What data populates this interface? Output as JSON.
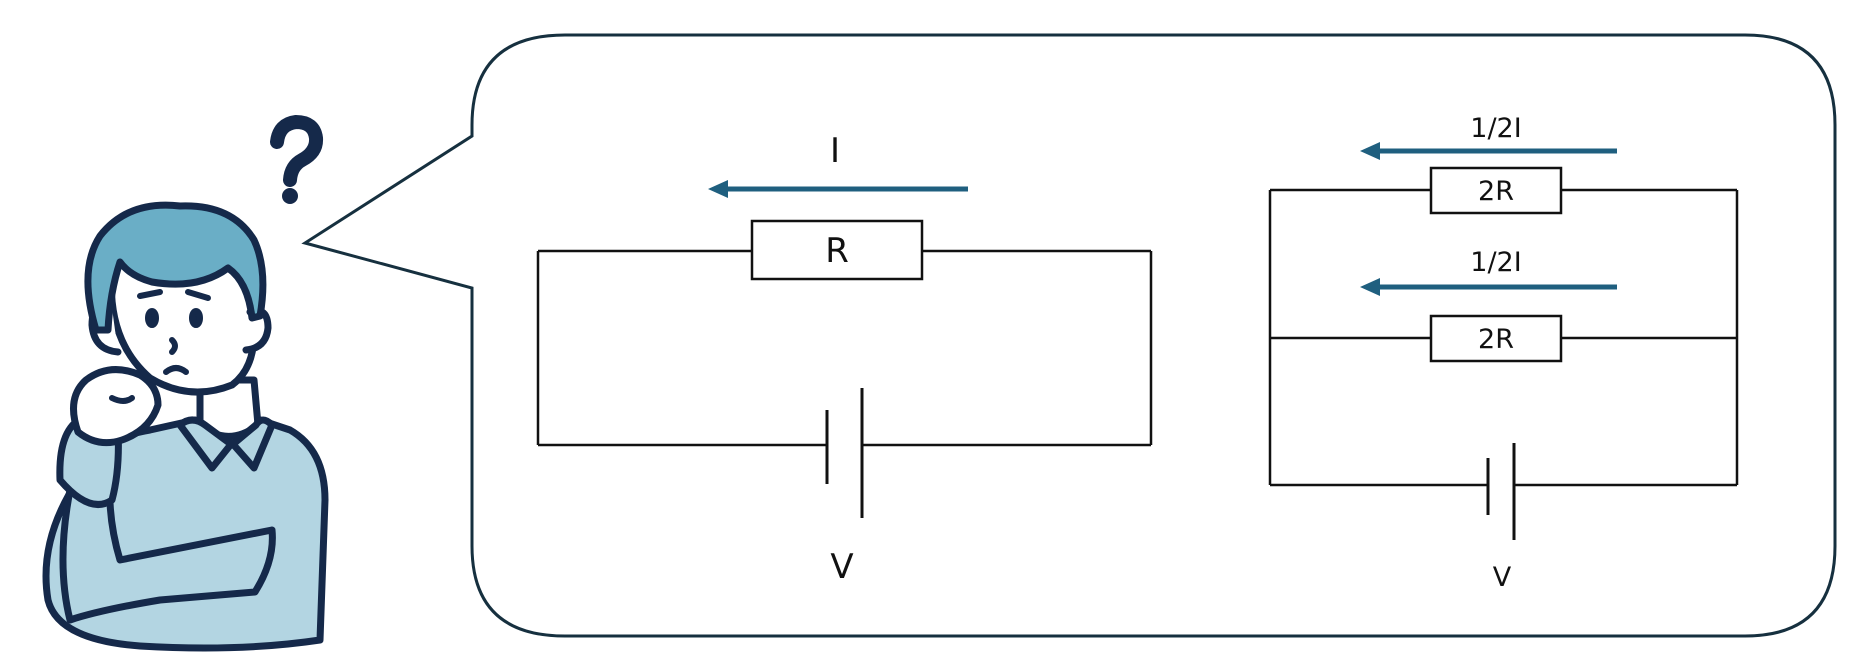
{
  "circuit_single": {
    "current_label": "I",
    "resistor_label": "R",
    "voltage_label": "V"
  },
  "circuit_parallel": {
    "top_current_label": "1/2I",
    "top_resistor_label": "2R",
    "bottom_current_label": "1/2I",
    "bottom_resistor_label": "2R",
    "voltage_label": "V"
  },
  "colors": {
    "arrow": "#1f5f7f",
    "wire": "#111111",
    "bubble_outline": "#16303f",
    "person_outline": "#15294a",
    "hair": "#6aaec6",
    "sweater": "#b3d5e2",
    "skin": "#ffffff",
    "question_mark": "#15294a"
  },
  "icons": {
    "person": "thinking-person-icon",
    "question": "question-mark-icon"
  }
}
